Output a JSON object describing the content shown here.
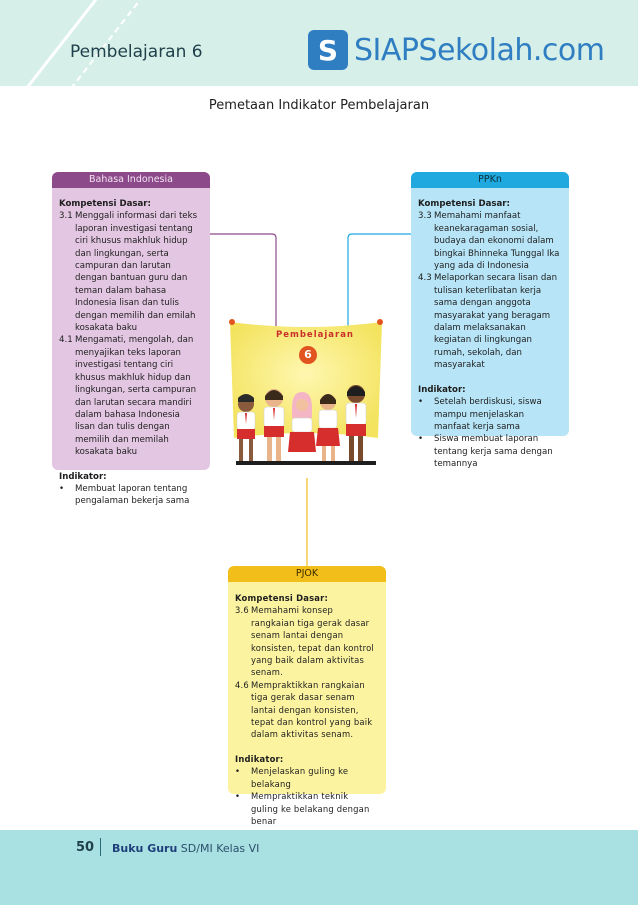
{
  "header": {
    "chapter_title": "Pembelajaran 6",
    "brand_logo": "S",
    "brand_name": "SIAPSekolah.com"
  },
  "page_heading": "Pemetaan Indikator Pembelajaran",
  "center": {
    "banner_label": "Pembelajaran",
    "banner_number": "6"
  },
  "bahasa": {
    "title": "Bahasa Indonesia",
    "kd_title": "Kompetensi Dasar:",
    "kd_items": [
      {
        "num": "3.1",
        "text": "Menggali informasi dari teks laporan investigasi tentang ciri khusus makhluk hidup dan lingkungan, serta campuran dan larutan dengan bantuan guru dan teman dalam bahasa Indonesia lisan dan tulis dengan memilih dan emilah kosakata baku"
      },
      {
        "num": "4.1",
        "text": "Mengamati, mengolah, dan menyajikan teks laporan investigasi tentang ciri khusus makhluk hidup dan lingkungan, serta campuran dan larutan secara mandiri dalam bahasa Indonesia lisan dan tulis dengan memilih dan memilah kosakata baku"
      }
    ],
    "ind_title": "Indikator:",
    "ind_items": [
      {
        "num": "•",
        "text": "Membuat laporan tentang pengalaman bekerja sama"
      }
    ]
  },
  "ppkn": {
    "title": "PPKn",
    "kd_title": "Kompetensi Dasar:",
    "kd_items": [
      {
        "num": "3.3",
        "text": "Memahami manfaat keanekaragaman sosial, budaya dan ekonomi dalam bingkai Bhinneka Tunggal Ika yang ada di Indonesia"
      },
      {
        "num": "4.3",
        "text": "Melaporkan secara lisan dan tulisan keterlibatan kerja sama dengan anggota masyarakat yang beragam dalam melaksanakan kegiatan di lingkungan rumah, sekolah, dan masyarakat"
      }
    ],
    "ind_title": "Indikator:",
    "ind_items": [
      {
        "num": "•",
        "text": "Setelah berdiskusi, siswa mampu menjelaskan manfaat kerja sama"
      },
      {
        "num": "•",
        "text": "Siswa membuat laporan tentang kerja sama dengan temannya"
      }
    ]
  },
  "pjok": {
    "title": "PJOK",
    "kd_title": "Kompetensi Dasar:",
    "kd_items": [
      {
        "num": "3.6",
        "text": "Memahami konsep rangkaian tiga gerak dasar senam lantai dengan konsisten, tepat dan kontrol yang baik dalam aktivitas senam."
      },
      {
        "num": "4.6",
        "text": "Mempraktikkan rangkaian tiga gerak dasar senam lantai dengan konsisten, tepat dan kontrol yang baik dalam aktivitas senam."
      }
    ],
    "ind_title": "Indikator:",
    "ind_items": [
      {
        "num": "•",
        "text": "Menjelaskan guling ke belakang"
      },
      {
        "num": "•",
        "text": "Mempraktikkan teknik guling ke belakang dengan benar"
      }
    ]
  },
  "footer": {
    "page_number": "50",
    "book_bold": "Buku Guru",
    "book_rest": " SD/MI Kelas VI"
  },
  "colors": {
    "bahasa_accent": "#8d4a8b",
    "ppkn_accent": "#1fa9df",
    "pjok_accent": "#f2bf1a"
  }
}
